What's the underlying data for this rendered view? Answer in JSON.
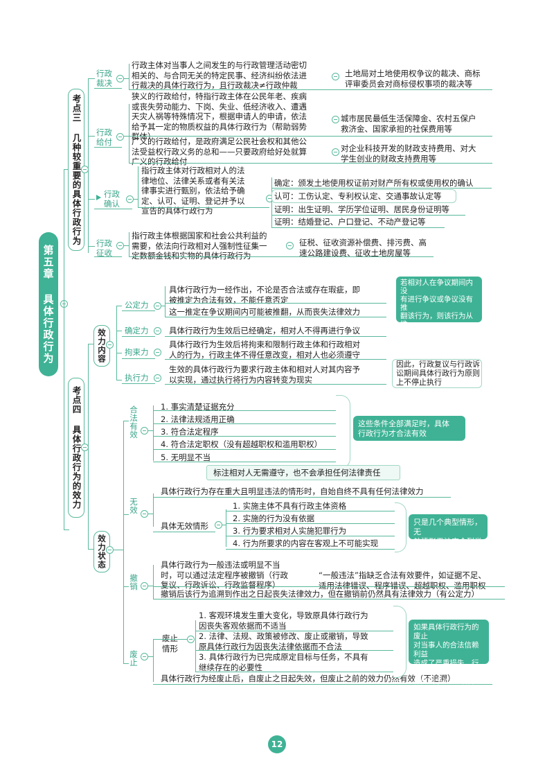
{
  "chapter": {
    "title": "第五章 具体行政行为"
  },
  "page_number": "12",
  "topic3": {
    "title": "考点三 几种较重要的具体行政行为",
    "items": [
      {
        "label": "行政裁决",
        "desc": "行政主体对当事人之间发生的与行政管理活动密切\n相关的、与合同无关的特定民事、经济纠纷依法进\n行裁决的具体行政行为，且行政裁决≠行政仲裁",
        "example": "土地局对土地使用权争议的裁决、商标\n评审委员会对商标侵权事项的裁决等"
      },
      {
        "label": "行政给付",
        "desc1": "狭义的行政给付，特指行政主体在公民年老、疾病\n或丧失劳动能力、下岗、失业、低经济收入、遭遇\n天灾人祸等特殊情况下，根据申请人的申请，依法\n给予其一定的物质权益的具体行政行为（帮助弱势\n群体）",
        "example1": "城市居民最低生活保障金、农村五保户\n救济金、国家承担的社保费用等",
        "desc2": "广义的行政给付，是政府满足公民社会权和其他公\n法受益权行政义务的总和——只要政府给好处就算\n广义的行政给付",
        "example2": "对企业科技开发的财政支持费用、对大\n学生创业的财政支持费用等"
      },
      {
        "label": "行政确认",
        "desc": "指行政主体对行政相对人的法\n律地位、法律关系或者有关法\n律事实进行甄别，依法给予确\n定、认可、证明、登记并予以\n宣告的具体行政行为",
        "subs": [
          "确定：颁发土地使用权证前对财产所有权或使用权的确认",
          "认可：工伤认定、专利权认定、交通事故认定等",
          "证明：出生证明、学历学位证明、居民身份证明等",
          "证明：结婚登记、户口登记、不动产登记等"
        ]
      },
      {
        "label": "行政征收",
        "desc": "指行政主体根据国家和社会公共利益的\n需要，依法向行政相对人强制性征集一\n定数额金钱和实物的具体行政行为",
        "example": "征税、征收资源补偿费、排污费、高\n速公路建设费、征收土地房屋等"
      }
    ]
  },
  "topic4": {
    "title": "考点四 具体行政行为的效力",
    "effect_content": {
      "label": "效力内容",
      "items": [
        {
          "label": "公定力",
          "desc1": "具体行政行为一经作出，不论是否合法或存在瑕疵，即\n被推定为合法有效，不能任意否定",
          "desc2": "这一推定在争议期间内可能被推翻，从而丧失法律效力",
          "note": "若相对人在争议期间内没\n有进行争议或争议没有推\n翻该行为，则该行为从推\n定有效变为确定有效，形\n成确定力与拘束力"
        },
        {
          "label": "确定力",
          "desc": "具体行政行为生效后已经确定，相对人不得再进行争议"
        },
        {
          "label": "拘束力",
          "desc": "具体行政行为生效后将拘束和限制行政主体和行政相对\n人的行为，行政主体不得任意改变，相对人也必须遵守"
        },
        {
          "label": "执行力",
          "desc": "生效的具体行政行为要求行政主体和相对人对其内容予\n以实现，通过执行将行为内容转变为现实",
          "note": "因此，行政复议与行政诉\n讼期间具体行政行为原则\n上不停止执行"
        }
      ]
    },
    "effect_status": {
      "label": "效力状态",
      "legal": {
        "label": "合法有效",
        "conditions": [
          "1. 事实清楚证据充分",
          "2. 法律法规适用正确",
          "3. 符合法定程序",
          "4. 符合法定职权（没有超越职权和滥用职权）",
          "5. 无明显不当"
        ],
        "note": "这些条件全部满足时，具体\n行政行为才合法有效"
      },
      "invalid": {
        "label": "无效",
        "banner": "标注相对人无需遵守，也不会承担任何法律责任",
        "desc": "具体行政行为存在重大且明显违法的情形时，自始自终不具有任何法律效力",
        "sub_label": "具体无效情形",
        "cases": [
          "1. 实施主体不具有行政主体资格",
          "2. 实施的行为没有依据",
          "3. 行为要求相对人实施犯罪行为",
          "4. 行为所要求的内容在客观上不可能实现"
        ],
        "note": "只是几个典型情形，无\n效情形无法完全列举"
      },
      "revoke": {
        "label": "撤销",
        "desc1": "具体行政行为一般违法或明显不当\n时，可以通过法定程序被撤销（行政\n复议、行政诉讼、行政监督程序）",
        "explain": "“一般违法”指缺乏合法有效要件，如证据不足、\n适用法律错误、程序错误、超越职权、滥用职权",
        "desc2": "撤销后该行为追溯到作出之日起丧失法律效力，但在撤销前仍然具有法律效力（有公定力）"
      },
      "abolish": {
        "label": "废止",
        "sub_label": "废止情形",
        "cases": [
          "1. 客观环境发生重大变化，导致原具体行政行为\n因丧失客观依据而不适当",
          "2. 法律、法规、政策被修改、废止或撤销，导致\n原具体行政行为因丧失法律依据而不合法",
          "3. 具体行政行为已完成原定目标与任务，不具有\n继续存在的必要性"
        ],
        "desc": "具体行政行为经废止后，自废止之日起失效，但废止之前的效力仍然有效（不追溯）",
        "note": "如果具体行政行为的废止\n对当事人的合法信赖利益\n造成了严重损失，行政主\n体应当予以适当补偿"
      }
    }
  }
}
